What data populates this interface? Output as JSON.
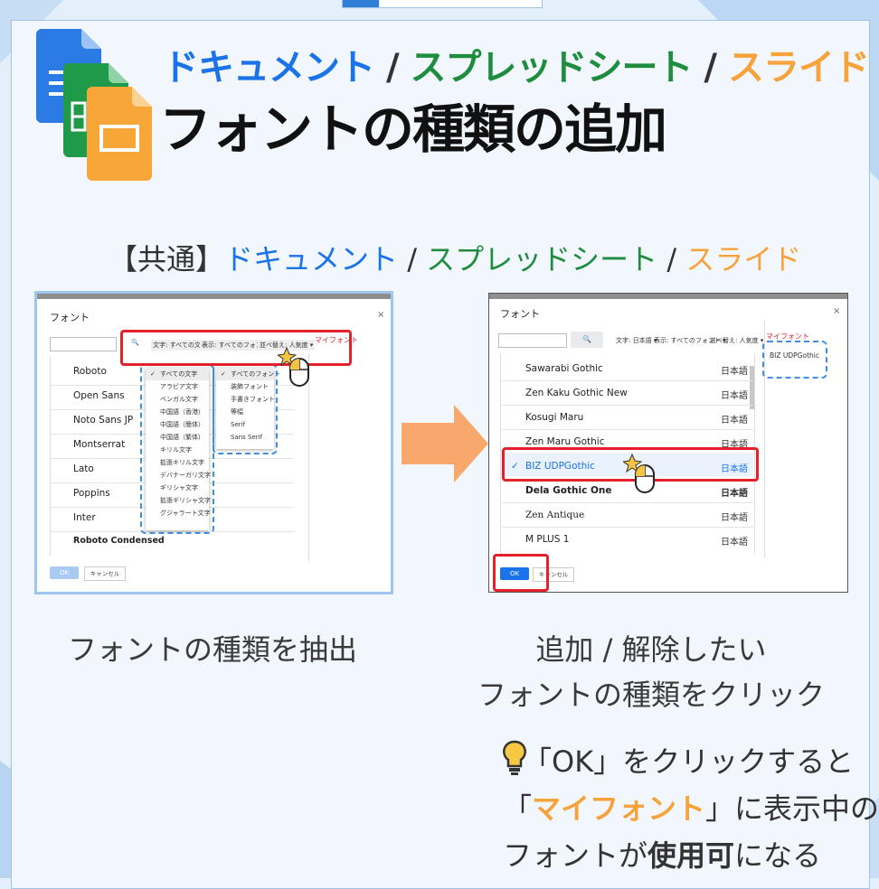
{
  "header": {
    "apps": [
      {
        "name": "ドキュメント",
        "color": "#1a73e8"
      },
      {
        "name": "スプレッドシート",
        "color": "#1e8e3e"
      },
      {
        "name": "スライド",
        "color": "#f8a23b"
      }
    ],
    "separator": "/",
    "title": "フォントの種類の追加"
  },
  "subtitle": {
    "bracket_label": "【共通】",
    "apps": [
      "ドキュメント",
      "スプレッドシート",
      "スライド"
    ],
    "separator": "/"
  },
  "dialog1": {
    "title": "フォント",
    "close": "×",
    "filters": [
      "文字: すべての文字 ▾",
      "表示: すべてのフォント ▾",
      "並べ替え: 人気度 ▾"
    ],
    "my_fonts_label": "マイフォント",
    "fonts": [
      "Roboto",
      "Open Sans",
      "Noto Sans JP",
      "Montserrat",
      "Lato",
      "Poppins",
      "Inter",
      "Roboto Condensed"
    ],
    "script_menu": [
      "すべての文字",
      "アラビア文字",
      "ベンガル文字",
      "中国語（香港）",
      "中国語（簡体）",
      "中国語（繁体）",
      "キリル文字",
      "拡張キリル文字",
      "デバナーガリ文字",
      "ギリシャ文字",
      "拡張ギリシャ文字",
      "グジャラート文字"
    ],
    "show_menu": [
      "すべてのフォント",
      "装飾フォント",
      "手書きフォント",
      "等幅",
      "Serif",
      "Sans Serif"
    ],
    "ok_label": "OK",
    "cancel_label": "キャンセル"
  },
  "dialog2": {
    "title": "フォント",
    "close": "×",
    "filters": [
      "文字: 日本語 ▾",
      "表示: すべてのフォント ▾",
      "並べ替え: 人気度 ▾"
    ],
    "my_fonts_label": "マイフォント",
    "my_font_item": "BIZ UDPGothic",
    "fonts": [
      {
        "name": "Sawarabi Gothic",
        "lang": "日本語"
      },
      {
        "name": "Zen Kaku Gothic New",
        "lang": "日本語"
      },
      {
        "name": "Kosugi Maru",
        "lang": "日本語"
      },
      {
        "name": "Zen Maru Gothic",
        "lang": "日本語"
      },
      {
        "name": "BIZ UDPGothic",
        "lang": "日本語",
        "selected": true,
        "check": "✓"
      },
      {
        "name": "Dela Gothic One",
        "lang": "日本語"
      },
      {
        "name": "Zen Antique",
        "lang": "日本語"
      },
      {
        "name": "M PLUS 1",
        "lang": "日本語"
      }
    ],
    "ok_label": "OK",
    "cancel_label": "キャンセル"
  },
  "captions": {
    "left": "フォントの種類を抽出",
    "right_line1": "追加 / 解除したい",
    "right_line2": "フォントの種類をクリック"
  },
  "tip": {
    "line1_a": "「OK」をクリックすると",
    "line2_a": "「",
    "line2_my_fonts": "マイフォント",
    "line2_b": "」に表示中の",
    "line3_a": "フォントが",
    "line3_bold": "使用可",
    "line3_b": "になる"
  },
  "colors": {
    "docs": "#1a73e8",
    "sheets": "#1e8e3e",
    "slides": "#f8a23b",
    "highlight": "#e3202c",
    "dash": "#3f8ee3"
  }
}
